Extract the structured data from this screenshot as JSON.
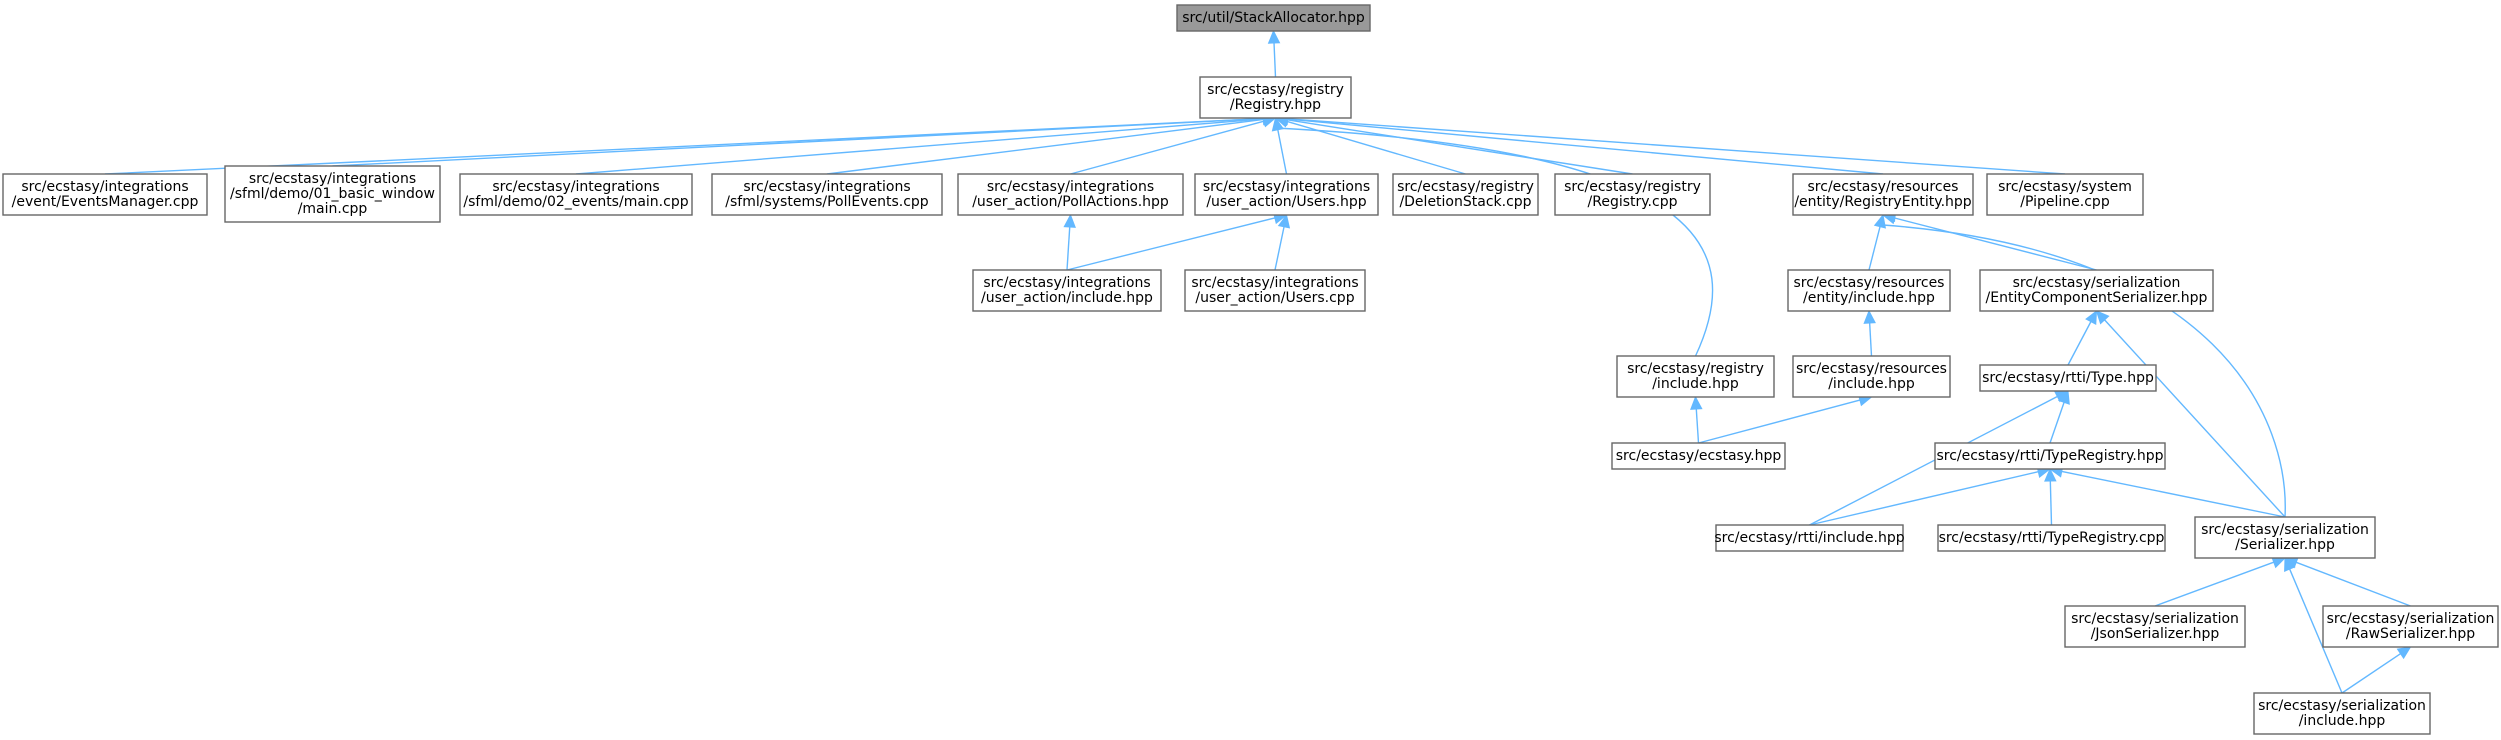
{
  "diagram": {
    "edge_color": "#63b8ff",
    "root_fill": "#999999",
    "nodes": [
      {
        "id": "stack_allocator",
        "lines": [
          "src/util/StackAllocator.hpp"
        ]
      },
      {
        "id": "registry_hpp",
        "lines": [
          "src/ecstasy/registry",
          "/Registry.hpp"
        ]
      },
      {
        "id": "events_manager",
        "lines": [
          "src/ecstasy/integrations",
          "/event/EventsManager.cpp"
        ]
      },
      {
        "id": "sfml_demo01",
        "lines": [
          "src/ecstasy/integrations",
          "/sfml/demo/01_basic_window",
          "/main.cpp"
        ]
      },
      {
        "id": "sfml_demo02",
        "lines": [
          "src/ecstasy/integrations",
          "/sfml/demo/02_events/main.cpp"
        ]
      },
      {
        "id": "sfml_pollevents",
        "lines": [
          "src/ecstasy/integrations",
          "/sfml/systems/PollEvents.cpp"
        ]
      },
      {
        "id": "ua_pollactions",
        "lines": [
          "src/ecstasy/integrations",
          "/user_action/PollActions.hpp"
        ]
      },
      {
        "id": "ua_users_hpp",
        "lines": [
          "src/ecstasy/integrations",
          "/user_action/Users.hpp"
        ]
      },
      {
        "id": "deletion_stack",
        "lines": [
          "src/ecstasy/registry",
          "/DeletionStack.cpp"
        ]
      },
      {
        "id": "registry_cpp",
        "lines": [
          "src/ecstasy/registry",
          "/Registry.cpp"
        ]
      },
      {
        "id": "registry_entity",
        "lines": [
          "src/ecstasy/resources",
          "/entity/RegistryEntity.hpp"
        ]
      },
      {
        "id": "pipeline_cpp",
        "lines": [
          "src/ecstasy/system",
          "/Pipeline.cpp"
        ]
      },
      {
        "id": "ua_include",
        "lines": [
          "src/ecstasy/integrations",
          "/user_action/include.hpp"
        ]
      },
      {
        "id": "ua_users_cpp",
        "lines": [
          "src/ecstasy/integrations",
          "/user_action/Users.cpp"
        ]
      },
      {
        "id": "entity_include",
        "lines": [
          "src/ecstasy/resources",
          "/entity/include.hpp"
        ]
      },
      {
        "id": "ecs_serializer",
        "lines": [
          "src/ecstasy/serialization",
          "/EntityComponentSerializer.hpp"
        ]
      },
      {
        "id": "registry_include",
        "lines": [
          "src/ecstasy/registry",
          "/include.hpp"
        ]
      },
      {
        "id": "resources_include",
        "lines": [
          "src/ecstasy/resources",
          "/include.hpp"
        ]
      },
      {
        "id": "rtti_type",
        "lines": [
          "src/ecstasy/rtti/Type.hpp"
        ]
      },
      {
        "id": "ecstasy_hpp",
        "lines": [
          "src/ecstasy/ecstasy.hpp"
        ]
      },
      {
        "id": "type_registry_hpp",
        "lines": [
          "src/ecstasy/rtti/TypeRegistry.hpp"
        ]
      },
      {
        "id": "rtti_include",
        "lines": [
          "src/ecstasy/rtti/include.hpp"
        ]
      },
      {
        "id": "type_registry_cpp",
        "lines": [
          "src/ecstasy/rtti/TypeRegistry.cpp"
        ]
      },
      {
        "id": "serializer_hpp",
        "lines": [
          "src/ecstasy/serialization",
          "/Serializer.hpp"
        ]
      },
      {
        "id": "json_serializer",
        "lines": [
          "src/ecstasy/serialization",
          "/JsonSerializer.hpp"
        ]
      },
      {
        "id": "raw_serializer",
        "lines": [
          "src/ecstasy/serialization",
          "/RawSerializer.hpp"
        ]
      },
      {
        "id": "serialization_include",
        "lines": [
          "src/ecstasy/serialization",
          "/include.hpp"
        ]
      }
    ],
    "edges": [
      {
        "from": "registry_hpp",
        "to": "stack_allocator"
      },
      {
        "from": "events_manager",
        "to": "registry_hpp"
      },
      {
        "from": "sfml_demo01",
        "to": "registry_hpp"
      },
      {
        "from": "sfml_demo02",
        "to": "registry_hpp"
      },
      {
        "from": "sfml_pollevents",
        "to": "registry_hpp"
      },
      {
        "from": "ua_pollactions",
        "to": "registry_hpp"
      },
      {
        "from": "ua_users_hpp",
        "to": "registry_hpp"
      },
      {
        "from": "deletion_stack",
        "to": "registry_hpp"
      },
      {
        "from": "registry_cpp",
        "to": "registry_hpp"
      },
      {
        "from": "registry_entity",
        "to": "registry_hpp"
      },
      {
        "from": "pipeline_cpp",
        "to": "registry_hpp"
      },
      {
        "from": "registry_include",
        "to": "registry_hpp"
      },
      {
        "from": "ua_include",
        "to": "ua_pollactions"
      },
      {
        "from": "ua_include",
        "to": "ua_users_hpp"
      },
      {
        "from": "ua_users_cpp",
        "to": "ua_users_hpp"
      },
      {
        "from": "entity_include",
        "to": "registry_entity"
      },
      {
        "from": "ecs_serializer",
        "to": "registry_entity"
      },
      {
        "from": "serializer_hpp",
        "to": "registry_entity"
      },
      {
        "from": "resources_include",
        "to": "entity_include"
      },
      {
        "from": "rtti_type",
        "to": "ecs_serializer"
      },
      {
        "from": "serializer_hpp",
        "to": "ecs_serializer"
      },
      {
        "from": "ecstasy_hpp",
        "to": "registry_include"
      },
      {
        "from": "ecstasy_hpp",
        "to": "resources_include"
      },
      {
        "from": "type_registry_hpp",
        "to": "rtti_type"
      },
      {
        "from": "rtti_include",
        "to": "rtti_type"
      },
      {
        "from": "rtti_include",
        "to": "type_registry_hpp"
      },
      {
        "from": "type_registry_cpp",
        "to": "type_registry_hpp"
      },
      {
        "from": "serializer_hpp",
        "to": "type_registry_hpp"
      },
      {
        "from": "json_serializer",
        "to": "serializer_hpp"
      },
      {
        "from": "raw_serializer",
        "to": "serializer_hpp"
      },
      {
        "from": "serialization_include",
        "to": "serializer_hpp"
      },
      {
        "from": "serialization_include",
        "to": "raw_serializer"
      }
    ]
  }
}
